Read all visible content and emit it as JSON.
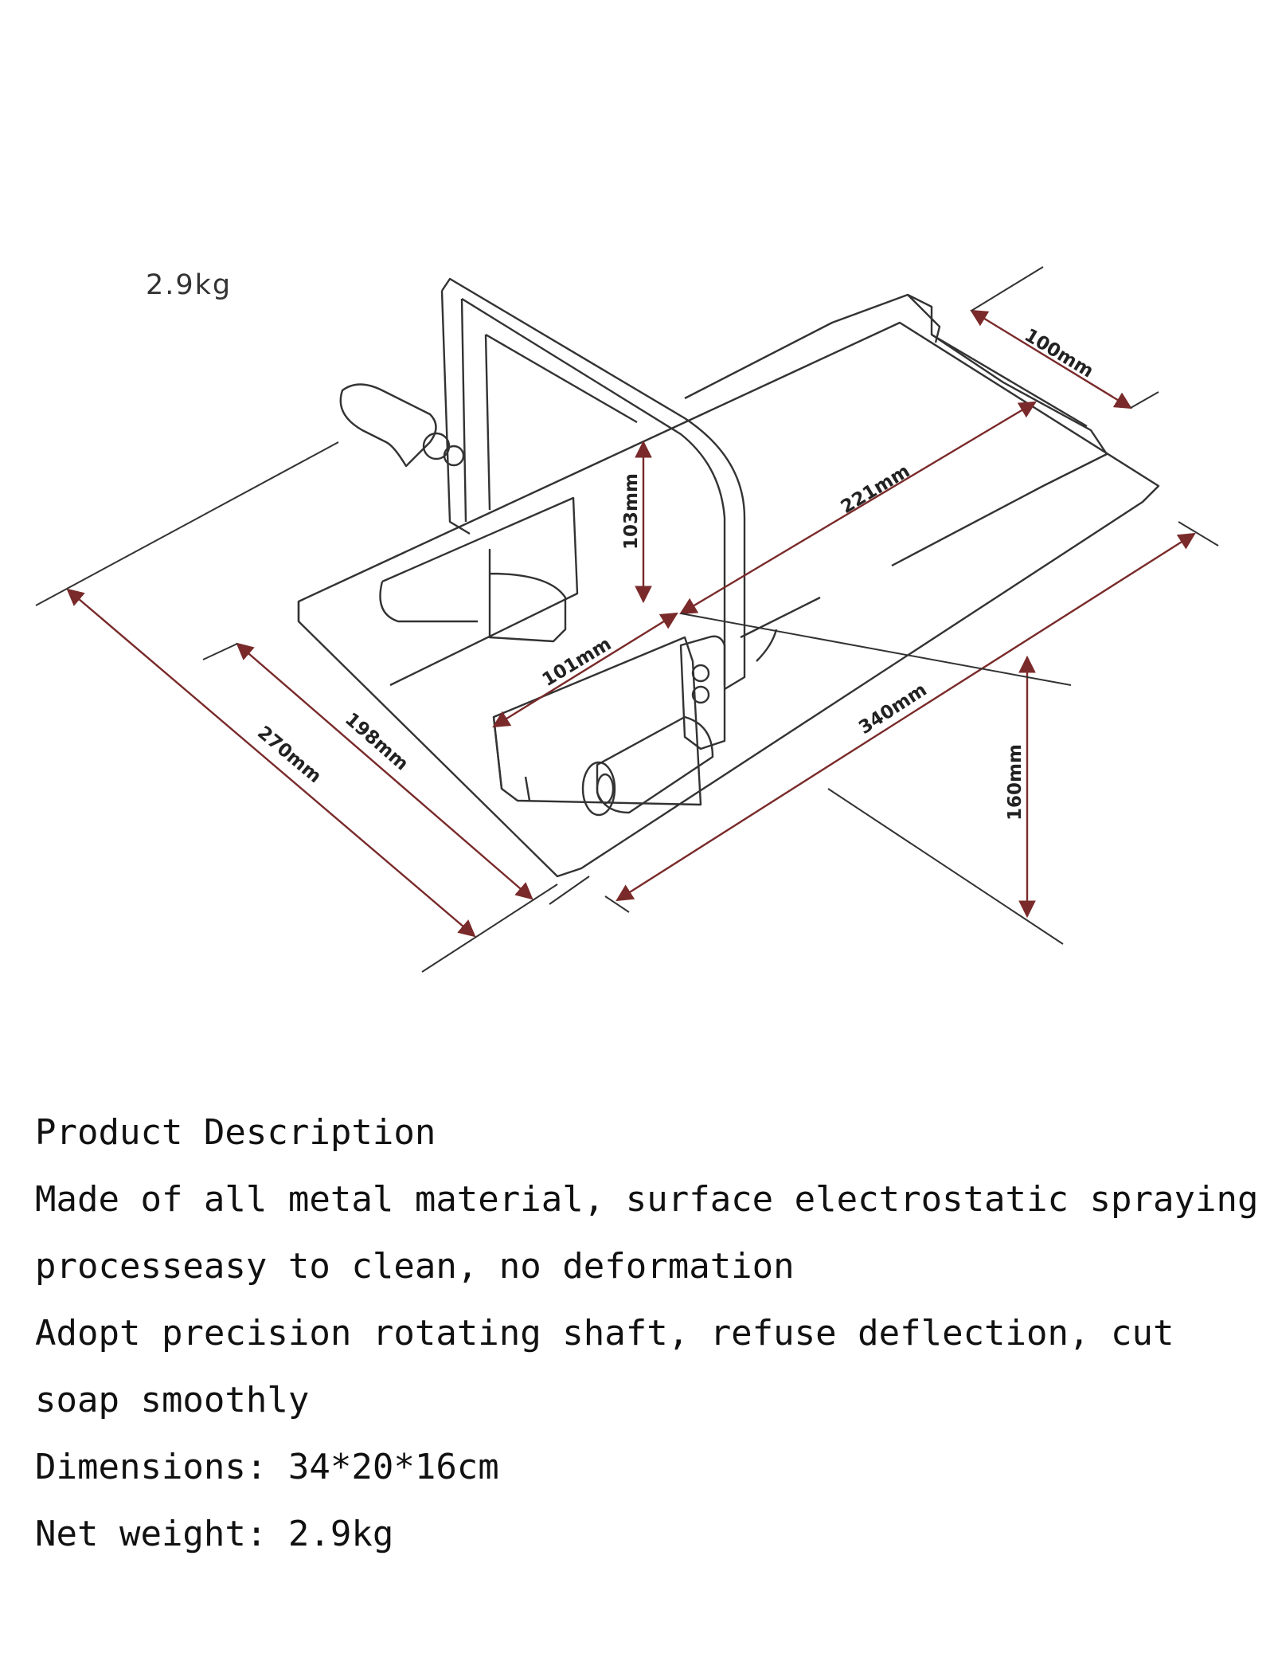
{
  "drawing": {
    "weight": "2.9kg",
    "dimensions": {
      "d100": "100mm",
      "d221": "221mm",
      "d103": "103mm",
      "d101": "101mm",
      "d198": "198mm",
      "d270": "270mm",
      "d340": "340mm",
      "d160": "160mm"
    },
    "colors": {
      "dimension": "#7a2a2a",
      "outline": "#333333"
    }
  },
  "description": {
    "heading": "Product Description",
    "lines": [
      "Made of all metal material, surface electrostatic spraying",
      "processeasy to clean, no deformation",
      "Adopt precision rotating shaft, refuse deflection, cut",
      "soap smoothly",
      "Dimensions: 34*20*16cm",
      "Net weight: 2.9kg"
    ]
  }
}
